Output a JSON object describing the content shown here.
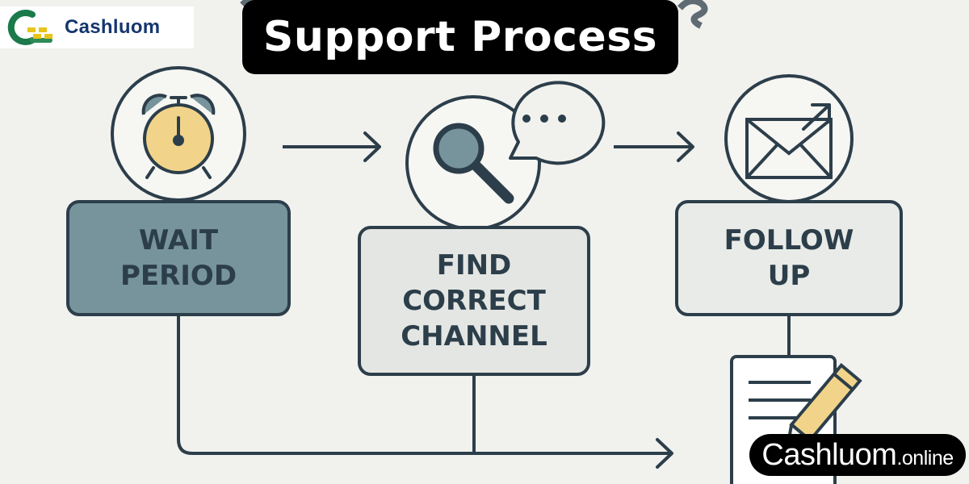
{
  "header": {
    "logo_text": "Cashluom",
    "title": "Support Process"
  },
  "steps": [
    {
      "line1": "WAIT",
      "line2": "PERIOD",
      "icon": "alarm-clock-icon"
    },
    {
      "line1": "FIND",
      "line2": "CORRECT",
      "line3": "CHANNEL",
      "icon": "magnifier-chat-icon"
    },
    {
      "line1": "FOLLOW",
      "line2": "UP",
      "icon": "envelope-arrow-icon"
    }
  ],
  "badge": {
    "main": "Cashluom",
    "sub": ".online"
  },
  "colors": {
    "background": "#f1f1ee",
    "stroke": "#2c3e4a",
    "wait_fill": "#77949d",
    "clock_face": "#f1d48a",
    "pencil": "#f1d48a"
  }
}
